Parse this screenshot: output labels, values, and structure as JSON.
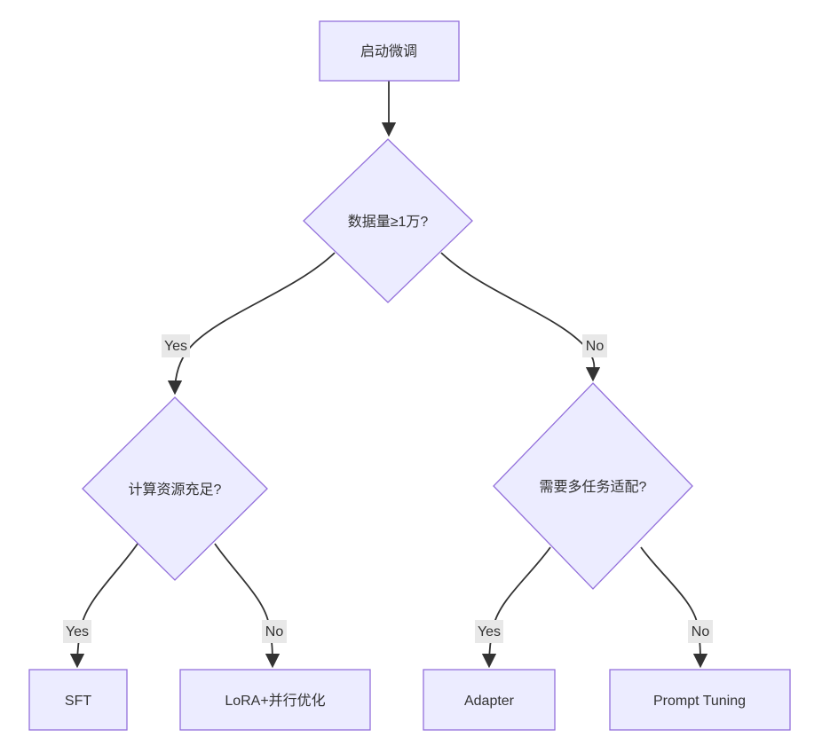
{
  "diagram": {
    "type": "flowchart",
    "nodes": {
      "start": "启动微调",
      "q_data": "数据量≥1万?",
      "q_compute": "计算资源充足?",
      "q_multitask": "需要多任务适配?",
      "sft": "SFT",
      "lora": "LoRA+并行优化",
      "adapter": "Adapter",
      "prompt_tuning": "Prompt Tuning"
    },
    "edges": {
      "data_yes": "Yes",
      "data_no": "No",
      "compute_yes": "Yes",
      "compute_no": "No",
      "multitask_yes": "Yes",
      "multitask_no": "No"
    },
    "colors": {
      "background": "#ffffff",
      "node_fill": "#ECECFF",
      "node_border": "#9370DB",
      "edge": "#333333",
      "edge_label_bg": "#e8e8e8",
      "text": "#333333"
    }
  }
}
